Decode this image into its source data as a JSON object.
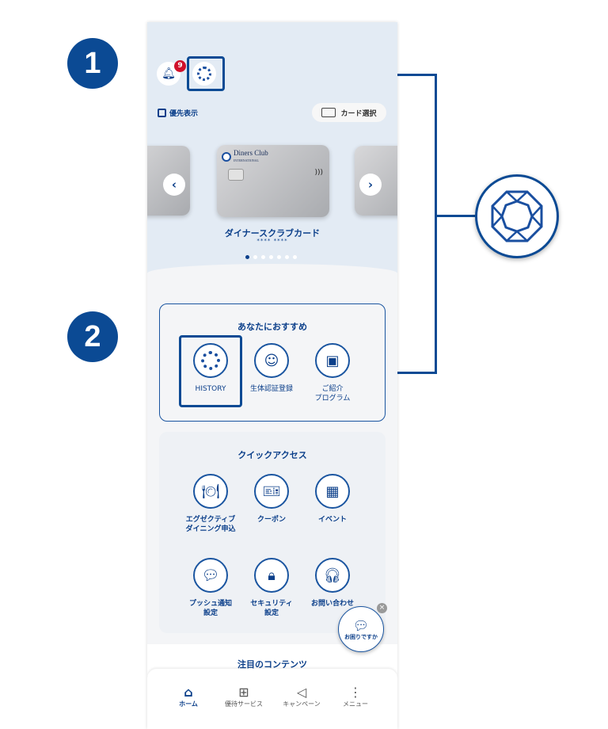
{
  "callouts": [
    "1",
    "2"
  ],
  "header": {
    "notification_count": "9"
  },
  "priority_label": "優先表示",
  "card_select_label": "カード選択",
  "card": {
    "brand": "Diners Club",
    "brand_sub": "INTERNATIONAL",
    "name": "ダイナースクラブカード",
    "masked": "**** ****",
    "page_count": 7,
    "active_page": 1
  },
  "recommend": {
    "title": "あなたにおすすめ",
    "items": [
      {
        "label": "HISTORY",
        "icon": "octagon-logo-icon"
      },
      {
        "label": "生体認証登録",
        "icon": "face-scan-icon"
      },
      {
        "label": "ご紹介\nプログラム",
        "icon": "referral-icon"
      }
    ]
  },
  "quick": {
    "title": "クイックアクセス",
    "items": [
      {
        "label": "エグゼクティブ\nダイニング申込",
        "icon": "dining-icon"
      },
      {
        "label": "クーポン",
        "icon": "coupon-icon"
      },
      {
        "label": "イベント",
        "icon": "calendar-icon"
      },
      {
        "label": "プッシュ通知\n設定",
        "icon": "chat-bubble-icon"
      },
      {
        "label": "セキュリティ\n設定",
        "icon": "lock-icon"
      },
      {
        "label": "お問い合わせ",
        "icon": "headset-icon"
      }
    ]
  },
  "help_label": "お困りですか",
  "featured_title": "注目のコンテンツ",
  "nav": [
    {
      "label": "ホーム"
    },
    {
      "label": "優待サービス"
    },
    {
      "label": "キャンペーン"
    },
    {
      "label": "メニュー"
    }
  ],
  "colors": {
    "accent": "#0b4a94",
    "badge": "#d0112b"
  }
}
